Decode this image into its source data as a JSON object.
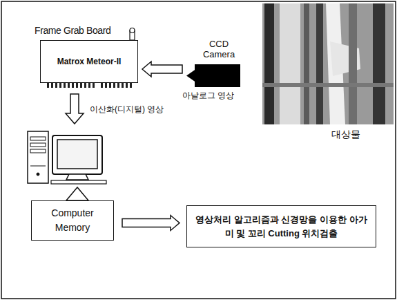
{
  "diagram": {
    "nodes": [
      {
        "text": [
          "Frame Grab Board",
          "Matrox Meteor-II"
        ]
      },
      {
        "text": [
          "CCD Camera"
        ]
      },
      {
        "text": [
          "Computer Memory"
        ]
      },
      {
        "text": [
          "영상처리 알고리즘과 신경망을 이용한 아가미 및 꼬리 Cutting 위치검출"
        ]
      }
    ],
    "edges": [
      {
        "from": 1,
        "to": 0,
        "arrow": "to",
        "label": "아날로그 영상"
      },
      {
        "from": 2,
        "to": 3,
        "arrow": "to"
      }
    ],
    "labels": [
      "이산화(디지털) 영상",
      "대상물"
    ]
  }
}
